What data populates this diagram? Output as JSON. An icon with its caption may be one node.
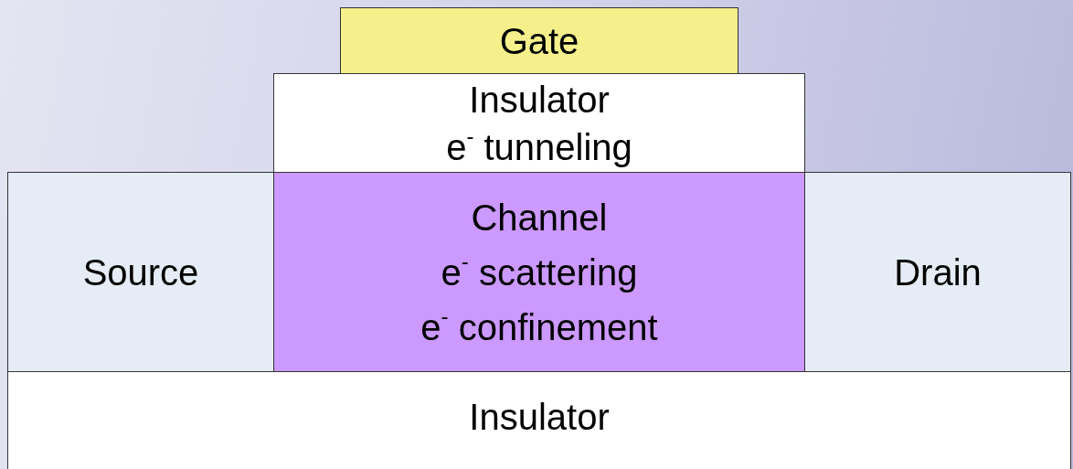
{
  "diagram": {
    "nodes": [
      {
        "text": [
          "Gate"
        ]
      },
      {
        "text": [
          "Insulator",
          "e$^{-}$ tunneling"
        ]
      },
      {
        "text": [
          "Source"
        ]
      },
      {
        "text": [
          "Channel",
          "e$^{-}$ scattering",
          "e$^{-}$ confinement"
        ]
      },
      {
        "text": [
          "Drain"
        ]
      },
      {
        "text": [
          "Insulator"
        ]
      }
    ]
  }
}
